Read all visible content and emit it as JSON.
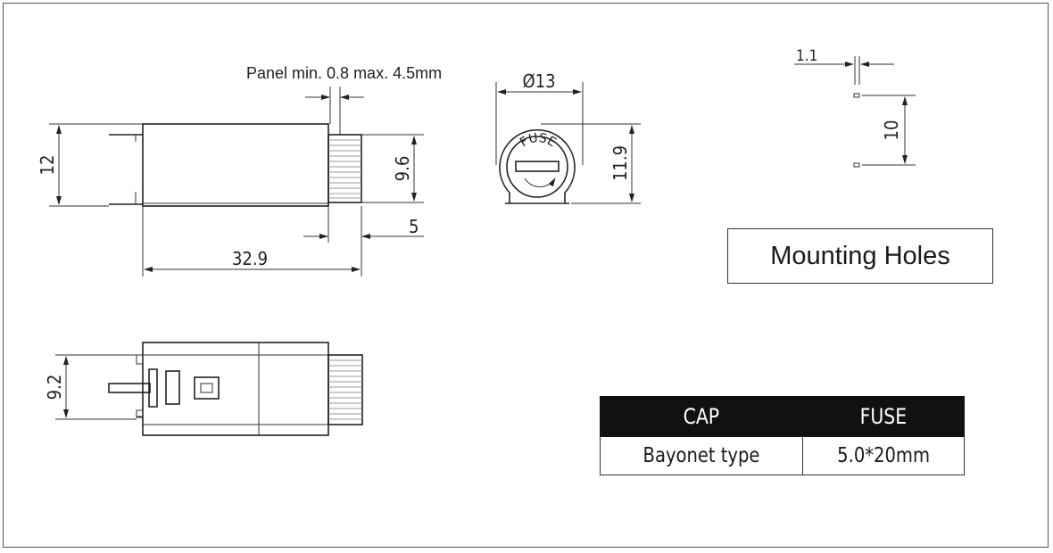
{
  "drawing": {
    "panel_note": "Panel min. 0.8 max. 4.5mm",
    "side_view": {
      "height": "12",
      "knob_height": "9.6",
      "knob_length": "5",
      "length": "32.9"
    },
    "front_view": {
      "diameter": "Ø13",
      "height": "11.9",
      "cap_text": "FUSE"
    },
    "top_view": {
      "width": "9.2"
    },
    "mounting": {
      "hole_width": "1.1",
      "hole_spacing": "10",
      "title": "Mounting Holes"
    }
  },
  "spec_table": {
    "headers": [
      "CAP",
      "FUSE"
    ],
    "values": [
      "Bayonet type",
      "5.0*20mm"
    ]
  }
}
